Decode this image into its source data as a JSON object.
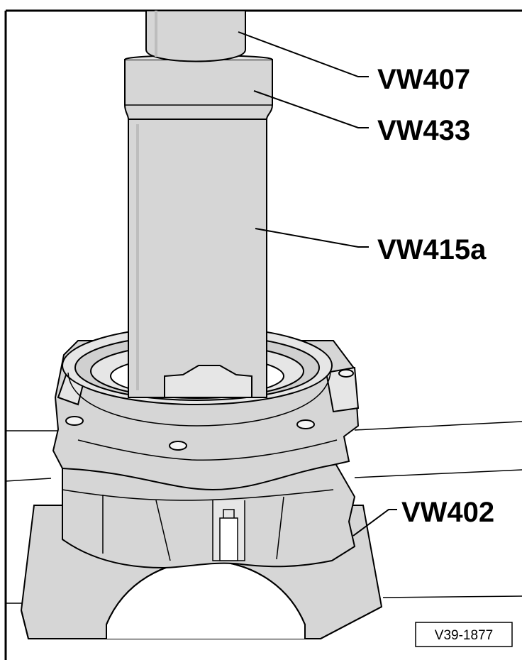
{
  "callouts": {
    "vw407": "VW407",
    "vw433": "VW433",
    "vw415a": "VW415a",
    "vw402": "VW402"
  },
  "figure_ref": "V39-1877",
  "colors": {
    "part_fill": "#d6d6d6",
    "part_light": "#e6e6e6",
    "part_shadow": "#bdbdbd",
    "hole_fill": "#f4f4f4",
    "line": "#000000",
    "background": "#ffffff"
  }
}
